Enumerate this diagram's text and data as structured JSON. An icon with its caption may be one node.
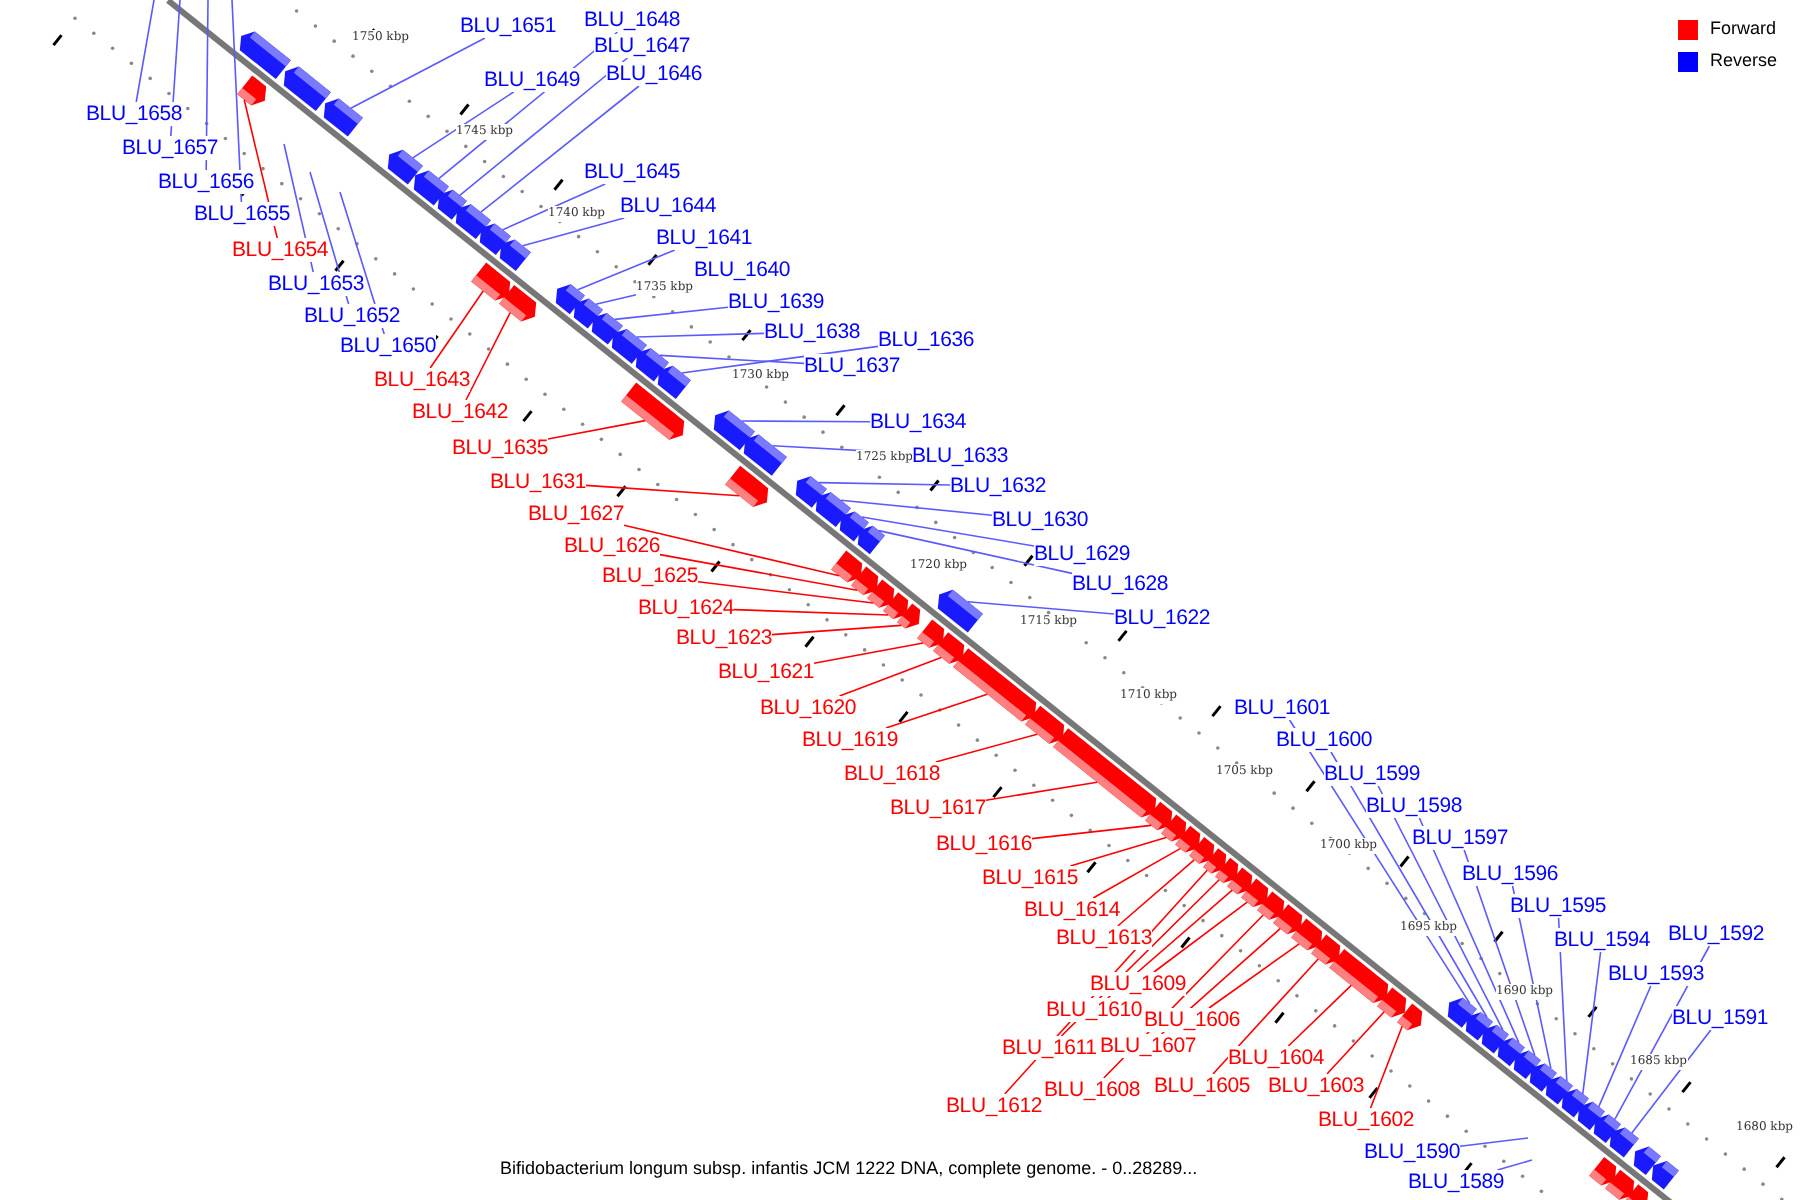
{
  "diagram": {
    "caption": "Bifidobacterium longum subsp. infantis JCM 1222 DNA, complete genome. - 0..28289...",
    "nodes": [
      {
        "text": [
          "BLU_1648"
        ]
      },
      {
        "text": [
          "BLU_1651"
        ]
      },
      {
        "text": [
          "BLU_1647"
        ]
      },
      {
        "text": [
          "BLU_1646"
        ]
      },
      {
        "text": [
          "BLU_1649"
        ]
      },
      {
        "text": [
          "BLU_1658"
        ]
      },
      {
        "text": [
          "BLU_1657"
        ]
      },
      {
        "text": [
          "BLU_1645"
        ]
      },
      {
        "text": [
          "BLU_1656"
        ]
      },
      {
        "text": [
          "BLU_1644"
        ]
      },
      {
        "text": [
          "BLU_1655"
        ]
      },
      {
        "text": [
          "BLU_1641"
        ]
      },
      {
        "text": [
          "BLU_1654"
        ]
      },
      {
        "text": [
          "BLU_1640"
        ]
      },
      {
        "text": [
          "BLU_1653"
        ]
      },
      {
        "text": [
          "BLU_1639"
        ]
      },
      {
        "text": [
          "BLU_1652"
        ]
      },
      {
        "text": [
          "BLU_1638"
        ]
      },
      {
        "text": [
          "BLU_1636"
        ]
      },
      {
        "text": [
          "BLU_1650"
        ]
      },
      {
        "text": [
          "BLU_1637"
        ]
      },
      {
        "text": [
          "BLU_1643"
        ]
      },
      {
        "text": [
          "BLU_1642"
        ]
      },
      {
        "text": [
          "BLU_1634"
        ]
      },
      {
        "text": [
          "BLU_1635"
        ]
      },
      {
        "text": [
          "BLU_1633"
        ]
      },
      {
        "text": [
          "BLU_1631"
        ]
      },
      {
        "text": [
          "BLU_1632"
        ]
      },
      {
        "text": [
          "BLU_1627"
        ]
      },
      {
        "text": [
          "BLU_1630"
        ]
      },
      {
        "text": [
          "BLU_1626"
        ]
      },
      {
        "text": [
          "BLU_1629"
        ]
      },
      {
        "text": [
          "BLU_1625"
        ]
      },
      {
        "text": [
          "BLU_1628"
        ]
      },
      {
        "text": [
          "BLU_1624"
        ]
      },
      {
        "text": [
          "BLU_1622"
        ]
      },
      {
        "text": [
          "BLU_1623"
        ]
      },
      {
        "text": [
          "BLU_1621"
        ]
      },
      {
        "text": [
          "BLU_1601"
        ]
      },
      {
        "text": [
          "BLU_1620"
        ]
      },
      {
        "text": [
          "BLU_1600"
        ]
      },
      {
        "text": [
          "BLU_1619"
        ]
      },
      {
        "text": [
          "BLU_1599"
        ]
      },
      {
        "text": [
          "BLU_1618"
        ]
      },
      {
        "text": [
          "BLU_1598"
        ]
      },
      {
        "text": [
          "BLU_1617"
        ]
      },
      {
        "text": [
          "BLU_1597"
        ]
      },
      {
        "text": [
          "BLU_1616"
        ]
      },
      {
        "text": [
          "BLU_1596"
        ]
      },
      {
        "text": [
          "BLU_1615"
        ]
      },
      {
        "text": [
          "BLU_1595"
        ]
      },
      {
        "text": [
          "BLU_1614"
        ]
      },
      {
        "text": [
          "BLU_1592"
        ]
      },
      {
        "text": [
          "BLU_1613"
        ]
      },
      {
        "text": [
          "BLU_1594"
        ]
      },
      {
        "text": [
          "BLU_1593"
        ]
      },
      {
        "text": [
          "BLU_1609"
        ]
      },
      {
        "text": [
          "BLU_1610"
        ]
      },
      {
        "text": [
          "BLU_1606"
        ]
      },
      {
        "text": [
          "BLU_1591"
        ]
      },
      {
        "text": [
          "BLU_1611"
        ]
      },
      {
        "text": [
          "BLU_1607"
        ]
      },
      {
        "text": [
          "BLU_1604"
        ]
      },
      {
        "text": [
          "BLU_1605"
        ]
      },
      {
        "text": [
          "BLU_1603"
        ]
      },
      {
        "text": [
          "BLU_1608"
        ]
      },
      {
        "text": [
          "BLU_1612"
        ]
      },
      {
        "text": [
          "BLU_1602"
        ]
      },
      {
        "text": [
          "BLU_1590"
        ]
      },
      {
        "text": [
          "BLU_1589"
        ]
      },
      {
        "text": [],
        "shape": "box"
      },
      {
        "text": [],
        "shape": "box"
      },
      {
        "text": [],
        "shape": "box"
      },
      {
        "text": [],
        "shape": "box"
      },
      {
        "text": [],
        "shape": "box"
      },
      {
        "text": [],
        "shape": "box"
      },
      {
        "text": [],
        "shape": "box"
      },
      {
        "text": [],
        "shape": "box"
      },
      {
        "text": [],
        "shape": "box"
      },
      {
        "text": [],
        "shape": "box"
      },
      {
        "text": [],
        "shape": "box"
      },
      {
        "text": [],
        "shape": "box"
      },
      {
        "text": [],
        "shape": "box"
      },
      {
        "text": [],
        "shape": "box"
      },
      {
        "text": [],
        "shape": "box"
      },
      {
        "text": [],
        "shape": "box"
      },
      {
        "text": [],
        "shape": "box"
      },
      {
        "text": [],
        "shape": "box"
      },
      {
        "text": [],
        "shape": "box"
      },
      {
        "text": [],
        "shape": "box"
      },
      {
        "text": [],
        "shape": "box"
      },
      {
        "text": [],
        "shape": "box"
      },
      {
        "text": [],
        "shape": "box"
      },
      {
        "text": [],
        "shape": "box"
      },
      {
        "text": [],
        "shape": "box"
      },
      {
        "text": [],
        "shape": "box"
      },
      {
        "text": [],
        "shape": "box"
      },
      {
        "text": [],
        "shape": "box"
      },
      {
        "text": [],
        "shape": "box"
      },
      {
        "text": [],
        "shape": "box"
      },
      {
        "text": [],
        "shape": "box"
      },
      {
        "text": [],
        "shape": "box"
      },
      {
        "text": [],
        "shape": "box"
      },
      {
        "text": [],
        "shape": "box"
      },
      {
        "text": [],
        "shape": "box"
      },
      {
        "text": [],
        "shape": "box"
      },
      {
        "text": [],
        "shape": "box"
      },
      {
        "text": [],
        "shape": "box"
      },
      {
        "text": [],
        "shape": "box"
      },
      {
        "text": [],
        "shape": "box"
      },
      {
        "text": [],
        "shape": "box"
      },
      {
        "text": [],
        "shape": "box"
      },
      {
        "text": [],
        "shape": "box"
      },
      {
        "text": [],
        "shape": "box"
      },
      {
        "text": [],
        "shape": "box"
      },
      {
        "text": [],
        "shape": "box"
      },
      {
        "text": [],
        "shape": "box"
      },
      {
        "text": [],
        "shape": "box"
      },
      {
        "text": [],
        "shape": "box"
      },
      {
        "text": [],
        "shape": "box"
      },
      {
        "text": [],
        "shape": "box"
      },
      {
        "text": [],
        "shape": "box"
      },
      {
        "text": [],
        "shape": "box"
      },
      {
        "text": [],
        "shape": "box"
      },
      {
        "text": [],
        "shape": "box"
      },
      {
        "text": [],
        "shape": "box"
      },
      {
        "text": [],
        "shape": "box"
      },
      {
        "text": [],
        "shape": "box"
      },
      {
        "text": [],
        "shape": "box"
      },
      {
        "text": [],
        "shape": "box"
      },
      {
        "text": [],
        "shape": "box"
      },
      {
        "text": [],
        "shape": "box"
      },
      {
        "text": [],
        "shape": "box"
      },
      {
        "text": [],
        "shape": "box"
      },
      {
        "text": [],
        "shape": "box"
      },
      {
        "text": [],
        "shape": "box"
      },
      {
        "text": [],
        "shape": "box"
      },
      {
        "text": [],
        "shape": "box"
      }
    ],
    "edges": [
      {
        "from": 0,
        "to": 73,
        "arrow": "none"
      },
      {
        "from": 1,
        "to": 71,
        "arrow": "none"
      },
      {
        "from": 2,
        "to": 74,
        "arrow": "none"
      },
      {
        "from": 3,
        "to": 75,
        "arrow": "none"
      },
      {
        "from": 4,
        "to": 72,
        "arrow": "none"
      },
      {
        "from": 5,
        "to": null,
        "arrow": "none"
      },
      {
        "from": 6,
        "to": null,
        "arrow": "none"
      },
      {
        "from": 7,
        "to": 76,
        "arrow": "none"
      },
      {
        "from": 8,
        "to": null,
        "arrow": "none"
      },
      {
        "from": 9,
        "to": 78,
        "arrow": "none"
      },
      {
        "from": 10,
        "to": null,
        "arrow": "none"
      },
      {
        "from": 11,
        "to": 80,
        "arrow": "none"
      },
      {
        "from": 12,
        "to": 70,
        "arrow": "none",
        "color": "#ff0000"
      },
      {
        "from": 13,
        "to": 81,
        "arrow": "none"
      },
      {
        "from": 14,
        "to": null,
        "arrow": "none"
      },
      {
        "from": 15,
        "to": 82,
        "arrow": "none"
      },
      {
        "from": 16,
        "to": null,
        "arrow": "none"
      },
      {
        "from": 17,
        "to": 83,
        "arrow": "none"
      },
      {
        "from": 18,
        "to": 86,
        "arrow": "none"
      },
      {
        "from": 19,
        "to": null,
        "arrow": "none"
      },
      {
        "from": 20,
        "to": 84,
        "arrow": "none"
      },
      {
        "from": 21,
        "to": 77,
        "arrow": "none",
        "color": "#ff0000"
      },
      {
        "from": 22,
        "to": 79,
        "arrow": "none",
        "color": "#ff0000"
      },
      {
        "from": 23,
        "to": 87,
        "arrow": "none"
      },
      {
        "from": 24,
        "to": 85,
        "arrow": "none",
        "color": "#ff0000"
      },
      {
        "from": 25,
        "to": 88,
        "arrow": "none"
      },
      {
        "from": 26,
        "to": 89,
        "arrow": "none",
        "color": "#ff0000"
      },
      {
        "from": 27,
        "to": 90,
        "arrow": "none"
      },
      {
        "from": 28,
        "to": 93,
        "arrow": "none",
        "color": "#ff0000"
      },
      {
        "from": 29,
        "to": 91,
        "arrow": "none"
      },
      {
        "from": 30,
        "to": 95,
        "arrow": "none",
        "color": "#ff0000"
      },
      {
        "from": 31,
        "to": 92,
        "arrow": "none"
      },
      {
        "from": 32,
        "to": 96,
        "arrow": "none",
        "color": "#ff0000"
      },
      {
        "from": 33,
        "to": 94,
        "arrow": "none"
      },
      {
        "from": 34,
        "to": 97,
        "arrow": "none",
        "color": "#ff0000"
      },
      {
        "from": 35,
        "to": 99,
        "arrow": "none"
      },
      {
        "from": 36,
        "to": 98,
        "arrow": "none",
        "color": "#ff0000"
      },
      {
        "from": 37,
        "to": 100,
        "arrow": "none",
        "color": "#ff0000"
      },
      {
        "from": 38,
        "to": 120,
        "arrow": "none"
      },
      {
        "from": 39,
        "to": 101,
        "arrow": "none",
        "color": "#ff0000"
      },
      {
        "from": 40,
        "to": 121,
        "arrow": "none"
      },
      {
        "from": 41,
        "to": 102,
        "arrow": "none",
        "color": "#ff0000"
      },
      {
        "from": 42,
        "to": 122,
        "arrow": "none"
      },
      {
        "from": 43,
        "to": 103,
        "arrow": "none",
        "color": "#ff0000"
      },
      {
        "from": 44,
        "to": 123,
        "arrow": "none"
      },
      {
        "from": 45,
        "to": 104,
        "arrow": "none",
        "color": "#ff0000"
      },
      {
        "from": 46,
        "to": 124,
        "arrow": "none"
      },
      {
        "from": 47,
        "to": 105,
        "arrow": "none",
        "color": "#ff0000"
      },
      {
        "from": 48,
        "to": 125,
        "arrow": "none"
      },
      {
        "from": 49,
        "to": 106,
        "arrow": "none",
        "color": "#ff0000"
      },
      {
        "from": 50,
        "to": 126,
        "arrow": "none"
      },
      {
        "from": 51,
        "to": 107,
        "arrow": "none",
        "color": "#ff0000"
      },
      {
        "from": 52,
        "to": 129,
        "arrow": "none"
      },
      {
        "from": 53,
        "to": 108,
        "arrow": "none",
        "color": "#ff0000"
      },
      {
        "from": 54,
        "to": 127,
        "arrow": "none"
      },
      {
        "from": 55,
        "to": 128,
        "arrow": "none"
      },
      {
        "from": 56,
        "to": 112,
        "arrow": "none",
        "color": "#ff0000"
      },
      {
        "from": 57,
        "to": 111,
        "arrow": "none",
        "color": "#ff0000"
      },
      {
        "from": 58,
        "to": 115,
        "arrow": "none",
        "color": "#ff0000"
      },
      {
        "from": 59,
        "to": 130,
        "arrow": "none"
      },
      {
        "from": 60,
        "to": 110,
        "arrow": "none",
        "color": "#ff0000"
      },
      {
        "from": 61,
        "to": 114,
        "arrow": "none",
        "color": "#ff0000"
      },
      {
        "from": 62,
        "to": 117,
        "arrow": "none",
        "color": "#ff0000"
      },
      {
        "from": 63,
        "to": 116,
        "arrow": "none",
        "color": "#ff0000"
      },
      {
        "from": 64,
        "to": 118,
        "arrow": "none",
        "color": "#ff0000"
      },
      {
        "from": 65,
        "to": 113,
        "arrow": "none",
        "color": "#ff0000"
      },
      {
        "from": 66,
        "to": 109,
        "arrow": "none",
        "color": "#ff0000"
      },
      {
        "from": 67,
        "to": 119,
        "arrow": "none",
        "color": "#ff0000"
      },
      {
        "from": 68,
        "to": null,
        "arrow": "none"
      },
      {
        "from": 69,
        "to": null,
        "arrow": "none"
      }
    ],
    "labels": [
      "1750 kbp",
      "1745 kbp",
      "1740 kbp",
      "1735 kbp",
      "1730 kbp",
      "1725 kbp",
      "1720 kbp",
      "1715 kbp",
      "1710 kbp",
      "1705 kbp",
      "1700 kbp",
      "1695 kbp",
      "1690 kbp",
      "1685 kbp",
      "1680 kbp"
    ],
    "legend": [
      {
        "text": "Forward",
        "color": "#ff0000"
      },
      {
        "text": "Reverse",
        "color": "#0000ff"
      }
    ]
  }
}
